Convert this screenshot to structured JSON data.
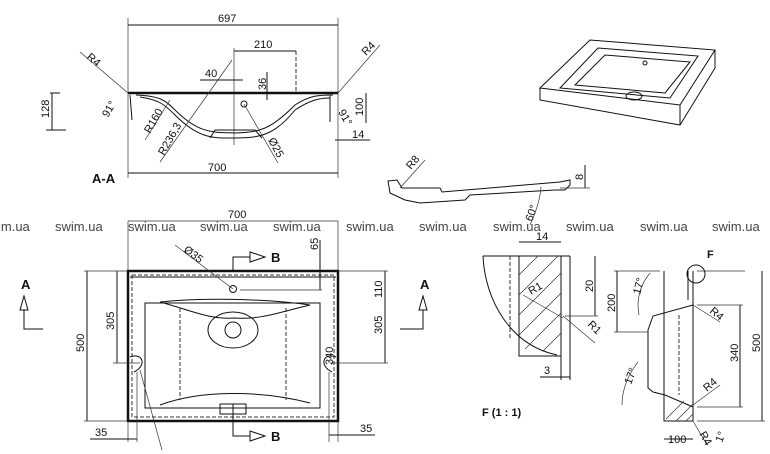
{
  "section_aa": {
    "title": "A-A",
    "dims": [
      "697",
      "210",
      "40",
      "36",
      "128",
      "100",
      "14",
      "700",
      "R4",
      "R4",
      "R160",
      "R236,3",
      "Ø25",
      "91°",
      "91°"
    ]
  },
  "section_b_profile": {
    "dims": [
      "R8",
      "8",
      "60°"
    ]
  },
  "watermark": "swim.ua",
  "watermark_partial": "im.ua",
  "plan_view": {
    "dims": [
      "700",
      "Ø35",
      "65",
      "110",
      "305",
      "305",
      "500",
      "340",
      "35",
      "35"
    ],
    "section_mark": "B",
    "view_mark": "A"
  },
  "detail_f": {
    "title": "F (1 : 1)",
    "dims": [
      "14",
      "20",
      "R1",
      "R1",
      "3"
    ]
  },
  "side_view": {
    "detail_mark": "F",
    "dims": [
      "200",
      "17°",
      "R4",
      "340",
      "500",
      "17°",
      "R4",
      "100",
      "R4",
      "1°"
    ]
  },
  "view_mark_a": "A"
}
